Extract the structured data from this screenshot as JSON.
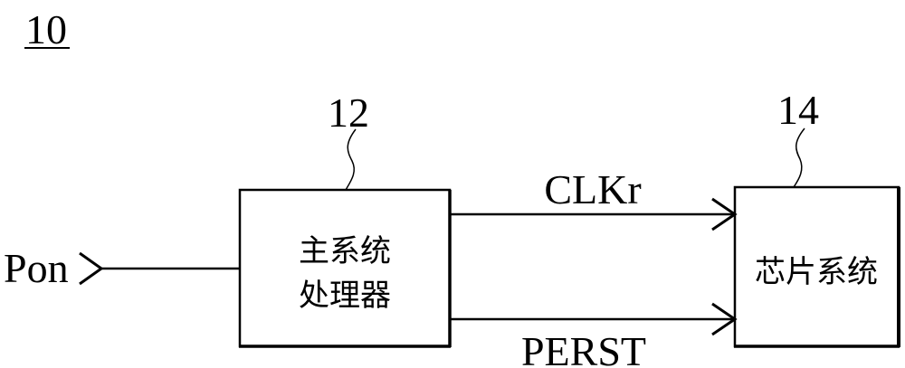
{
  "figure": {
    "reference_number": "10"
  },
  "input_signal": {
    "label": "Pon"
  },
  "blocks": [
    {
      "id": "main-system-processor",
      "reference_number": "12",
      "label_lines": [
        "主系统",
        "处理器"
      ]
    },
    {
      "id": "chip-system",
      "reference_number": "14",
      "label_lines": [
        "芯片系统"
      ]
    }
  ],
  "signals": [
    {
      "label": "CLKr",
      "from": "12",
      "to": "14"
    },
    {
      "label": "PERST",
      "from": "12",
      "to": "14"
    }
  ],
  "colors": {
    "stroke": "#000000",
    "background": "#ffffff"
  }
}
